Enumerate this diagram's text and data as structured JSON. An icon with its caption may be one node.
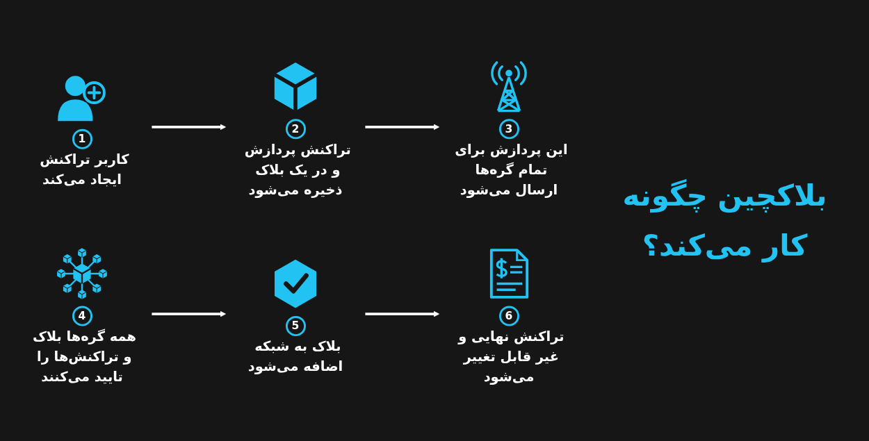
{
  "diagram": {
    "title": "بلاکچین چگونه کار می‌کند؟",
    "nodes": [
      {
        "text": [
          "1",
          "کاربر تراکنش ایجاد می‌کند"
        ]
      },
      {
        "text": [
          "2",
          "تراکنش پردازش و در یک بلاک ذخیره می‌شود"
        ]
      },
      {
        "text": [
          "3",
          "این پردازش برای تمام گره‌ها ارسال می‌شود"
        ]
      },
      {
        "text": [
          "4",
          "همه گره‌ها بلاک و تراکنش‌ها را تایید می‌کنند"
        ]
      },
      {
        "text": [
          "5",
          "بلاک به شبکه اضافه می‌شود"
        ]
      },
      {
        "text": [
          "6",
          "تراکنش نهایی و غیر قابل تغییر می‌شود"
        ]
      }
    ],
    "edges": [
      {
        "from": 0,
        "to": 1,
        "arrow": "to"
      },
      {
        "from": 1,
        "to": 2,
        "arrow": "to"
      },
      {
        "from": 3,
        "to": 4,
        "arrow": "to"
      },
      {
        "from": 4,
        "to": 5,
        "arrow": "to"
      }
    ]
  }
}
